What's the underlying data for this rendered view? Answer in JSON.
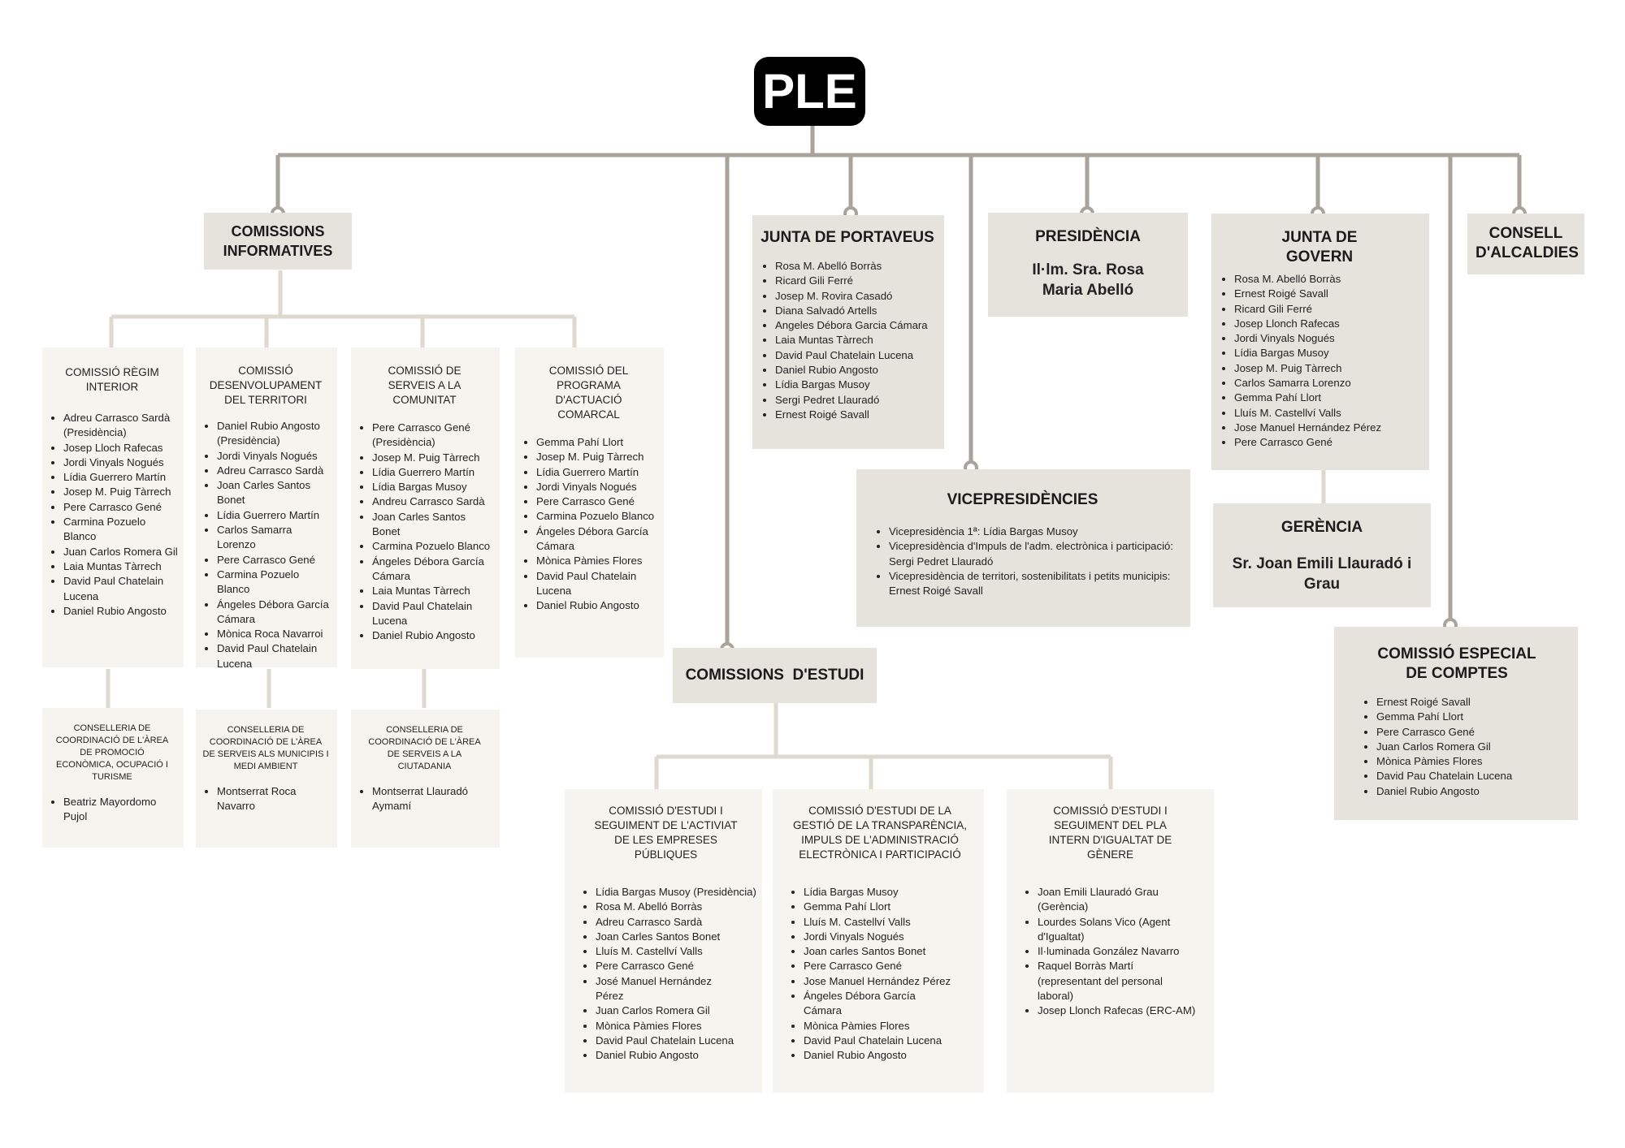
{
  "ple": "PLE",
  "comissions_informatives": {
    "title": "COMISSIONS INFORMATIVES",
    "items": [
      {
        "title": "COMISSIÓ RÈGIM INTERIOR",
        "members": [
          "Adreu Carrasco Sardà (Presidència)",
          "Josep Lloch Rafecas",
          "Jordi Vinyals Nogués",
          "Lídia Guerrero Martín",
          "Josep M. Puig Tàrrech",
          "Pere Carrasco Gené",
          "Carmina Pozuelo Blanco",
          "Juan Carlos Romera Gil",
          "Laia Muntas Tàrrech",
          "David Paul Chatelain Lucena",
          "Daniel Rubio Angosto"
        ]
      },
      {
        "title": "COMISSIÓ DESENVOLUPAMENT DEL TERRITORI",
        "members": [
          "Daniel Rubio Angosto (Presidència)",
          "Jordi Vinyals Nogués",
          "Adreu Carrasco Sardà",
          "Joan Carles Santos Bonet",
          "Lídia Guerrero Martín",
          "Carlos Samarra Lorenzo",
          "Pere Carrasco Gené",
          "Carmina Pozuelo Blanco",
          "Ángeles Débora García Cámara",
          "Mònica Roca Navarroi",
          "David Paul Chatelain Lucena"
        ]
      },
      {
        "title": "COMISSIÓ DE SERVEIS A LA COMUNITAT",
        "members": [
          "Pere Carrasco Gené (Presidència)",
          "Josep M. Puig Tàrrech",
          "Lídia Guerrero Martín",
          "Lídia Bargas Musoy",
          "Andreu Carrasco Sardà",
          "Joan Carles Santos Bonet",
          "Carmina Pozuelo Blanco",
          "Ángeles Débora García Cámara",
          "Laia Muntas Tàrrech",
          "David Paul Chatelain Lucena",
          "Daniel Rubio Angosto"
        ]
      },
      {
        "title": "COMISSIÓ DEL PROGRAMA D'ACTUACIÓ COMARCAL",
        "members": [
          "Gemma Pahí Llort",
          "Josep M. Puig Tàrrech",
          "Lídia Guerrero Martín",
          "Jordi Vinyals Nogués",
          "Pere Carrasco Gené",
          "Carmina Pozuelo Blanco",
          "Ángeles Débora García Cámara",
          "Mònica Pàmies Flores",
          "David Paul Chatelain Lucena",
          "Daniel Rubio Angosto"
        ]
      }
    ],
    "conselleries": [
      {
        "title": "CONSELLERIA DE COORDINACIÓ DE L'ÀREA DE PROMOCIÓ ECONÒMICA, OCUPACIÓ I TURISME",
        "members": [
          "Beatriz Mayordomo Pujol"
        ]
      },
      {
        "title": "CONSELLERIA DE COORDINACIÓ DE L'ÀREA DE SERVEIS ALS MUNICIPIS I MEDI AMBIENT",
        "members": [
          "Montserrat Roca Navarro"
        ]
      },
      {
        "title": "CONSELLERIA DE COORDINACIÓ DE L'ÀREA DE SERVEIS A LA CIUTADANIA",
        "members": [
          "Montserrat Llauradó Aymamí"
        ]
      }
    ]
  },
  "junta_portaveus": {
    "title": "JUNTA DE PORTAVEUS",
    "members": [
      "Rosa M. Abelló Borràs",
      "Ricard Gili Ferré",
      "Josep M. Rovira Casadó",
      "Diana Salvadó Artells",
      "Angeles Débora Garcia Cámara",
      "Laia Muntas Tàrrech",
      "David Paul Chatelain Lucena",
      "Daniel Rubio Angosto",
      "Lídia Bargas Musoy",
      "Sergi Pedret Llauradó",
      "Ernest Roigé Savall"
    ]
  },
  "presidencia": {
    "title": "PRESIDÈNCIA",
    "person": "Il·lm. Sra. Rosa Maria Abelló"
  },
  "junta_govern": {
    "title": "JUNTA DE GOVERN",
    "members": [
      "Rosa M. Abelló Borràs",
      "Ernest Roigé Savall",
      "Ricard Gili Ferré",
      "Josep Llonch Rafecas",
      "Jordi Vinyals Nogués",
      "Lídia Bargas Musoy",
      "Josep M. Puig Tàrrech",
      "Carlos Samarra Lorenzo",
      "Gemma Pahí Llort",
      "Lluís M. Castellví Valls",
      "Jose Manuel Hernández Pérez",
      "Pere Carrasco Gené"
    ]
  },
  "consell_alcaldies": {
    "title": "CONSELL D'ALCALDIES"
  },
  "vicepresidencies": {
    "title": "VICEPRESIDÈNCIES",
    "items": [
      "Vicepresidència 1ª: Lídia Bargas Musoy",
      "Vicepresidència d'Impuls de l'adm. electrònica i participació: Sergi Pedret Llauradó",
      "Vicepresidència de territori, sostenibilitats i petits municipis: Ernest Roigé Savall"
    ]
  },
  "gerencia": {
    "title": "GERÈNCIA",
    "person": "Sr. Joan Emili Llauradó i Grau"
  },
  "comissio_comptes": {
    "title": "COMISSIÓ ESPECIAL DE COMPTES",
    "members": [
      "Ernest Roigé Savall",
      "Gemma Pahí Llort",
      "Pere Carrasco Gené",
      "Juan Carlos Romera Gil",
      "Mònica Pàmies Flores",
      "David Pau Chatelain Lucena",
      "Daniel Rubio Angosto"
    ]
  },
  "comissions_estudi": {
    "title": "COMISSIONS  D'ESTUDI",
    "items": [
      {
        "title": "COMISSIÓ D'ESTUDI I SEGUIMENT DE L'ACTIVIAT DE LES EMPRESES PÚBLIQUES",
        "members": [
          "Lídia Bargas Musoy (Presidència)",
          "Rosa M. Abelló Borràs",
          "Adreu Carrasco Sardà",
          "Joan Carles Santos Bonet",
          "Lluís M. Castellví Valls",
          "Pere Carrasco Gené",
          "José Manuel Hernández Pérez",
          "Juan Carlos Romera Gil",
          "Mònica Pàmies Flores",
          "David Paul Chatelain Lucena",
          "Daniel Rubio Angosto"
        ]
      },
      {
        "title": "COMISSIÓ D'ESTUDI DE LA GESTIÓ DE LA TRANSPARÈNCIA, IMPULS DE L'ADMINISTRACIÓ ELECTRÒNICA I PARTICIPACIÓ",
        "members": [
          "Lídia Bargas Musoy",
          "Gemma Pahí Llort",
          "Lluís M. Castellví Valls",
          "Jordi Vinyals Nogués",
          "Joan carles Santos Bonet",
          "Pere Carrasco Gené",
          "Jose Manuel Hernández Pérez",
          "Ángeles Débora García Cámara",
          "Mònica Pàmies Flores",
          "David Paul Chatelain Lucena",
          "Daniel Rubio Angosto"
        ]
      },
      {
        "title": "COMISSIÓ D'ESTUDI I SEGUIMENT DEL PLA INTERN D'IGUALTAT DE GÈNERE",
        "members": [
          "Joan Emili Llauradó Grau (Gerència)",
          "Lourdes Solans Vico (Agent d'Igualtat)",
          "Il·luminada González Navarro",
          "Raquel Borràs Martí (representant del personal laboral)",
          "Josep Llonch Rafecas (ERC-AM)"
        ]
      }
    ]
  },
  "colors": {
    "dark_box": "#e6e3dc",
    "light_box": "#f6f4ee",
    "line_dark": "#a8a39b",
    "line_light": "#ddd9cf"
  }
}
